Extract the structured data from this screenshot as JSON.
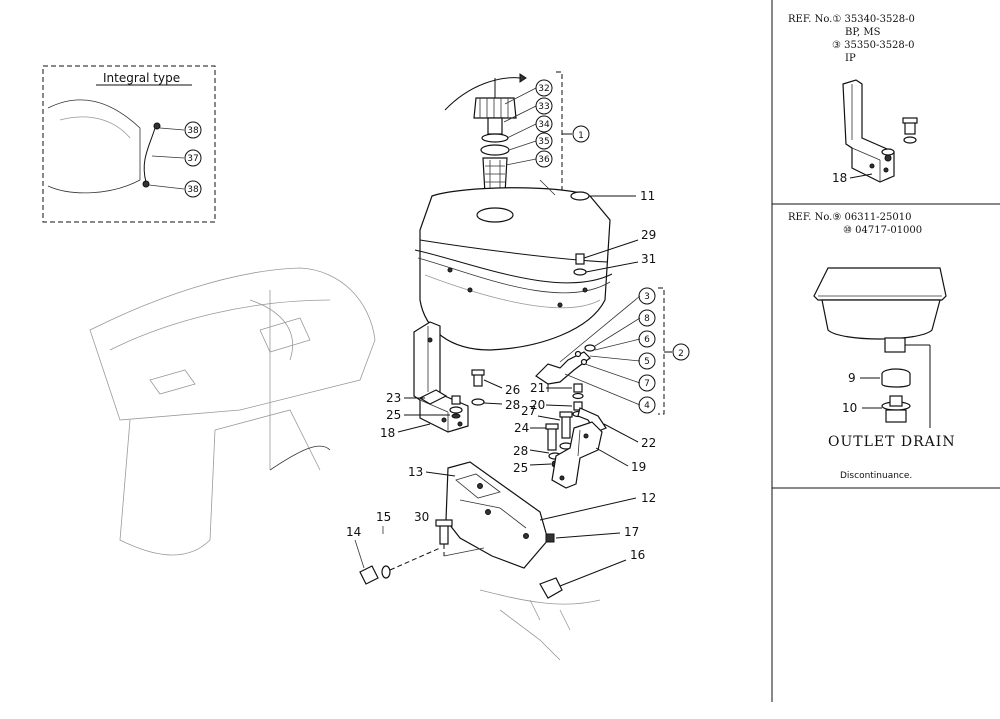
{
  "inset": {
    "title": "Integral type",
    "callouts": [
      "38",
      "37",
      "38"
    ]
  },
  "main_callouts": {
    "c32": "32",
    "c33": "33",
    "c34": "34",
    "c35": "35",
    "c36": "36",
    "group1": "1",
    "group2": "2",
    "c3": "3",
    "c8": "8",
    "c6": "6",
    "c5": "5",
    "c7": "7",
    "c4": "4"
  },
  "main_labels": {
    "n11": "11",
    "n29": "29",
    "n31": "31",
    "n26": "26",
    "n23": "23",
    "n28a": "28",
    "n25a": "25",
    "n18": "18",
    "n21": "21",
    "n20": "20",
    "n27": "27",
    "n24": "24",
    "n22": "22",
    "n28b": "28",
    "n25b": "25",
    "n19": "19",
    "n13": "13",
    "n12": "12",
    "n17": "17",
    "n16": "16",
    "n14": "14",
    "n15": "15",
    "n30": "30"
  },
  "panel_top": {
    "line1": "REF. No.① 35340-3528-0",
    "line2": "BP, MS",
    "line3": "③ 35350-3528-0",
    "line4": "IP",
    "callout": "18"
  },
  "panel_mid": {
    "line1": "REF. No.⑨ 06311-25010",
    "line2": "⑩ 04717-01000",
    "callout_9": "9",
    "callout_10": "10",
    "caption": "OUTLET DRAIN",
    "note": "Discontinuance."
  }
}
